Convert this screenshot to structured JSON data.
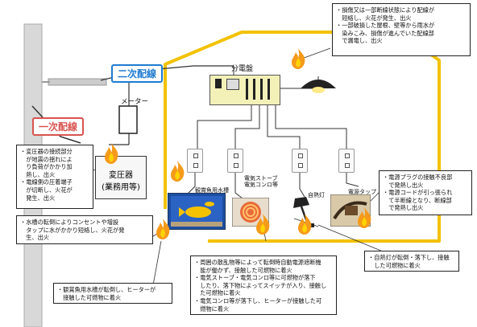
{
  "labels": {
    "primary_line": "一次配線",
    "secondary_line": "二次配線",
    "meter": "メーター",
    "panel": "分電盤",
    "transformer_line1": "変圧器",
    "transformer_line2": "(業務用等)",
    "aquarium": "観賞魚用水槽",
    "stove_line1": "電気ストーブ",
    "stove_line2": "電気コンロ等",
    "lamp": "自熱灯",
    "tap": "電源タップ"
  },
  "callouts": {
    "top_right": [
      "・損傷又は一部断線状態により配線が",
      "　短絡し、火花が発生、出火",
      "・一部破損した屋根、壁等から雨水が",
      "　染みこみ、損傷が進んでいた配線部",
      "　で漏電し、出火"
    ],
    "transformer": [
      "・変圧器の接続部分",
      "　が地震の揺れによ",
      "　り負荷がかかり加",
      "　熱し、出火",
      "・電線側の圧着端子",
      "　が切断し、火花が",
      "　発生、出火"
    ],
    "plug": [
      "・電源プラグの接触不良部",
      "　で発熱し出火",
      "・電源コードが引っ張られ",
      "　て半断線となり、断線部",
      "　で発熱し出火"
    ],
    "tank_outlet": [
      "・水槽の転倒によりコンセントや増設",
      "　タップに水がかかり短絡し、火花が発",
      "　生、出火"
    ],
    "lamp_fall": [
      "・自熱灯が転倒・落下し、接触",
      "　した可燃物に着火"
    ],
    "stove": [
      "・周囲の散乱物等によって転倒時自動電源遮断機",
      "　能が働かず、接触した可燃物に着火",
      "・電気ストーブ・電気コンロ等に可燃物が落下",
      "　したり、落下物によってスイッチが入り、接触し",
      "　た可燃物に着火",
      "・電気コンロ等が落下し、ヒーターが接触した可",
      "　燃物に着火"
    ],
    "aquarium_heater": [
      "・観賞魚用水槽が転倒し、ヒーターが",
      "　接触した可燃物に着火"
    ]
  },
  "colors": {
    "primary_line": "#d9534f",
    "secondary_line": "#1f7bd1",
    "house_outline": "#f2c200",
    "flame_outer": "#f59a1a",
    "flame_inner": "#ffd400"
  }
}
